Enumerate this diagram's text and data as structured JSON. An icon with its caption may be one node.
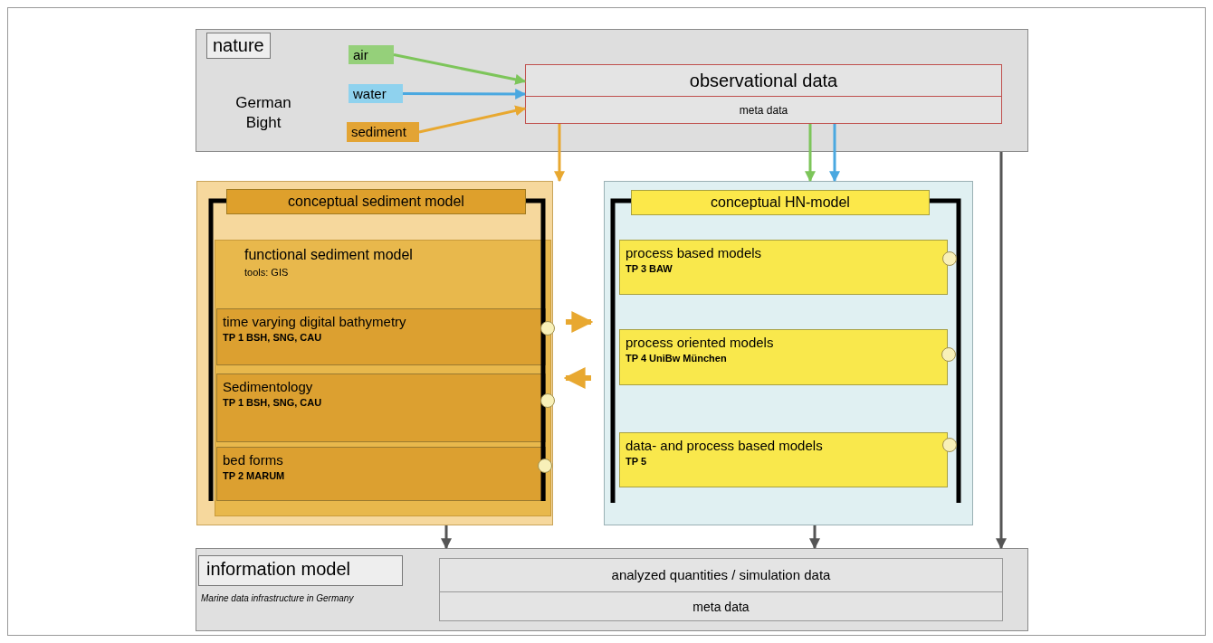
{
  "diagram": {
    "nodes": [
      {
        "text": [
          "nature",
          "German Bight"
        ]
      },
      {
        "text": [
          "air"
        ],
        "in": 0
      },
      {
        "text": [
          "water"
        ],
        "in": 0
      },
      {
        "text": [
          "sediment"
        ],
        "in": 0
      },
      {
        "text": [
          "observational data",
          "meta data"
        ],
        "in": 0
      },
      {
        "text": [],
        "shape": "box"
      },
      {
        "text": [
          "conceptual sediment model"
        ],
        "in": 5
      },
      {
        "text": [
          "functional sediment model",
          "tools: GIS"
        ],
        "in": 5
      },
      {
        "text": [
          "time varying digital bathymetry",
          "TP 1 BSH, SNG, CAU"
        ],
        "in": 7
      },
      {
        "text": [
          "Sedimentology",
          "TP 1 BSH, SNG, CAU"
        ],
        "in": 7
      },
      {
        "text": [
          "bed forms",
          "TP 2 MARUM"
        ],
        "in": 7
      },
      {
        "text": [],
        "shape": "box"
      },
      {
        "text": [
          "conceptual HN-model"
        ],
        "in": 11
      },
      {
        "text": [
          "process based models",
          "TP 3 BAW"
        ],
        "in": 11
      },
      {
        "text": [
          "process oriented models",
          "TP 4 UniBw München"
        ],
        "in": 11
      },
      {
        "text": [
          "data- and process based models",
          "TP 5"
        ],
        "in": 11
      },
      {
        "text": [
          "information model",
          "Marine data infrastructure in Germany"
        ]
      },
      {
        "text": [
          "analyzed quantities / simulation data",
          "meta data"
        ],
        "in": 16
      }
    ],
    "edges": [
      {
        "from": 1,
        "to": 4,
        "arrow": "to",
        "color": "#7dc55a"
      },
      {
        "from": 2,
        "to": 4,
        "arrow": "to",
        "color": "#4aa8e0"
      },
      {
        "from": 3,
        "to": 4,
        "arrow": "to",
        "color": "#e8a830"
      },
      {
        "from": 4,
        "to": 5,
        "arrow": "to",
        "color": "#e8a830"
      },
      {
        "from": 4,
        "to": 11,
        "arrow": "to",
        "color": "#7dc55a"
      },
      {
        "from": 4,
        "to": 11,
        "arrow": "to",
        "color": "#4aa8e0"
      },
      {
        "from": 5,
        "to": 11,
        "arrow": "to",
        "style": "thick",
        "color": "#e8a830"
      },
      {
        "from": 11,
        "to": 5,
        "arrow": "to",
        "style": "thick",
        "color": "#e8a830"
      },
      {
        "from": 5,
        "to": 16,
        "arrow": "to",
        "color": "#555555"
      },
      {
        "from": 11,
        "to": 16,
        "arrow": "to",
        "color": "#555555"
      },
      {
        "from": 0,
        "to": 16,
        "arrow": "to",
        "color": "#555555"
      }
    ]
  }
}
